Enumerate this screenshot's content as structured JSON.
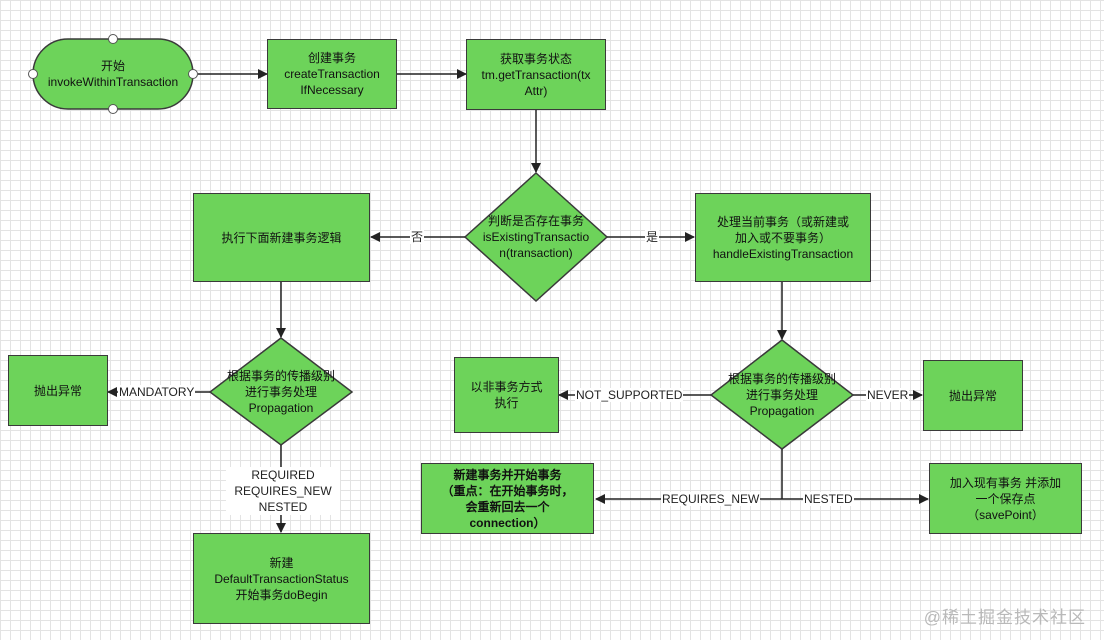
{
  "nodes": {
    "start": "开始\ninvokeWithinTransaction",
    "create_tx": "创建事务\ncreateTransaction\nIfNecessary",
    "get_status": "获取事务状态\ntm.getTransaction(tx\nAttr)",
    "is_existing": "判断是否存在事务\nisExistingTransactio\nn(transaction)",
    "new_logic": "执行下面新建事务逻辑",
    "handle_existing": "处理当前事务（或新建或\n加入或不要事务）\nhandleExistingTransaction",
    "propagation_left": "根据事务的传播级别\n进行事务处理\nPropagation",
    "propagation_right": "根据事务的传播级别\n进行事务处理\nPropagation",
    "throw_left": "抛出异常",
    "throw_right": "抛出异常",
    "non_tx": "以非事务方式\n执行",
    "new_status": "新建\nDefaultTransactionStatus\n开始事务doBegin",
    "new_begin": "新建事务并开始事务\n（重点：在开始事务时，\n会重新回去一个\nconnection）",
    "join_savepoint": "加入现有事务 并添加\n一个保存点\n（savePoint）"
  },
  "edge_labels": {
    "no": "否",
    "yes": "是",
    "mandatory": "MANDATORY",
    "required_group": "REQUIRED\nREQUIRES_NEW\nNESTED",
    "not_supported": "NOT_SUPPORTED",
    "never": "NEVER",
    "requires_new": "REQUIRES_NEW",
    "nested": "NESTED"
  },
  "watermark": "@稀土掘金技术社区",
  "colors": {
    "node_fill": "#6dd35a",
    "node_border": "#3a3a3a",
    "edge": "#222222",
    "grid": "#e3e3e3"
  }
}
